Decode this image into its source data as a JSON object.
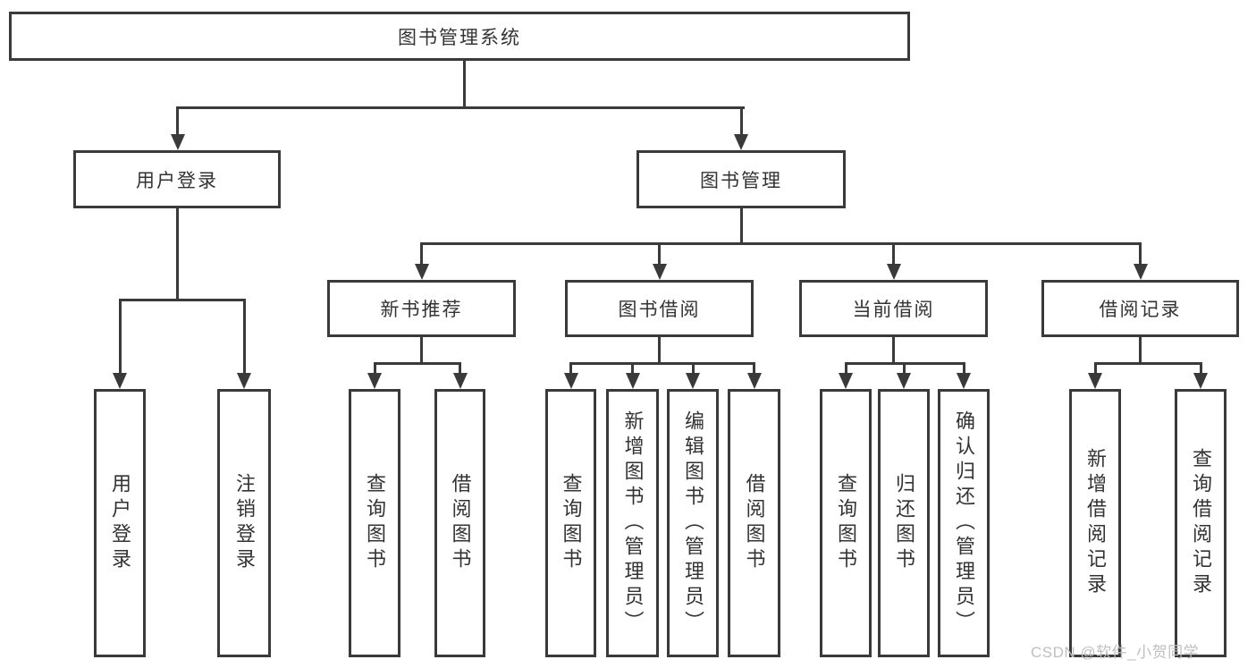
{
  "diagram": {
    "root": {
      "label": "图书管理系统"
    },
    "level2": [
      {
        "label": "用户登录"
      },
      {
        "label": "图书管理"
      }
    ],
    "level3": [
      {
        "label": "新书推荐"
      },
      {
        "label": "图书借阅"
      },
      {
        "label": "当前借阅"
      },
      {
        "label": "借阅记录"
      }
    ],
    "leaves": {
      "userLogin": [
        {
          "label": "用户登录"
        },
        {
          "label": "注销登录"
        }
      ],
      "newBook": [
        {
          "label": "查询图书"
        },
        {
          "label": "借阅图书"
        }
      ],
      "bookBorrow": [
        {
          "label": "查询图书"
        },
        {
          "label": "新增图书（管理员）"
        },
        {
          "label": "编辑图书（管理员）"
        },
        {
          "label": "借阅图书"
        }
      ],
      "currentBorrow": [
        {
          "label": "查询图书"
        },
        {
          "label": "归还图书"
        },
        {
          "label": "确认归还（管理员）"
        }
      ],
      "borrowRecords": [
        {
          "label": "新增借阅记录"
        },
        {
          "label": "查询借阅记录"
        }
      ]
    }
  },
  "watermark": {
    "text": "CSDN @软件_小贺同学"
  },
  "colors": {
    "line": "#3a3a3a",
    "text": "#333333",
    "watermark": "#bfbfbf"
  }
}
